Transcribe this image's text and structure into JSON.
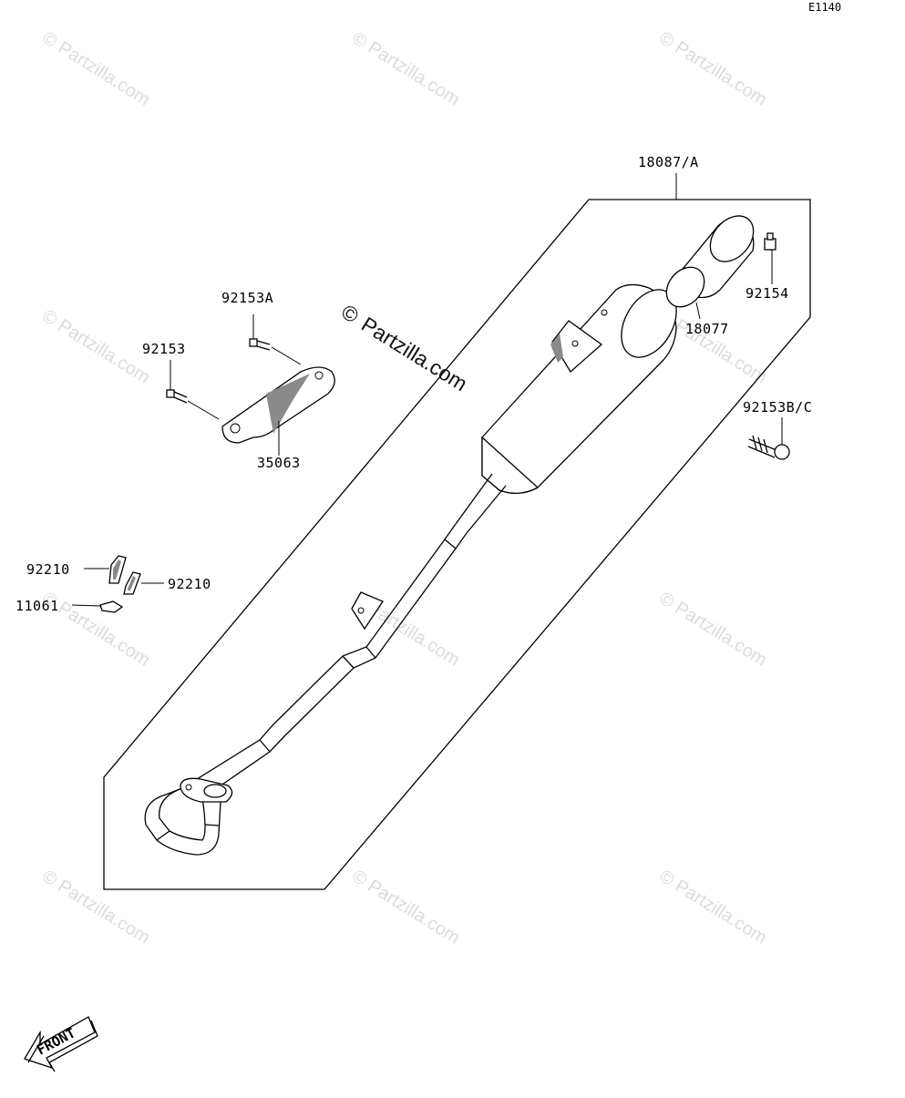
{
  "diagram_code": "E1140",
  "watermark": {
    "text": "© Partzilla.com",
    "copyright_symbol": "©",
    "brand": "Partzilla.com"
  },
  "front_indicator": "FRONT",
  "parts": [
    {
      "number": "18087/A"
    },
    {
      "number": "18077"
    },
    {
      "number": "92154"
    },
    {
      "number": "92153B/C"
    },
    {
      "number": "92153A"
    },
    {
      "number": "92153"
    },
    {
      "number": "35063"
    },
    {
      "number": "92210"
    },
    {
      "number": "92210"
    },
    {
      "number": "11061"
    }
  ],
  "colors": {
    "line": "#000000",
    "background": "#ffffff",
    "watermark": "#dcdcdc",
    "shading": "#8a8a8a"
  }
}
